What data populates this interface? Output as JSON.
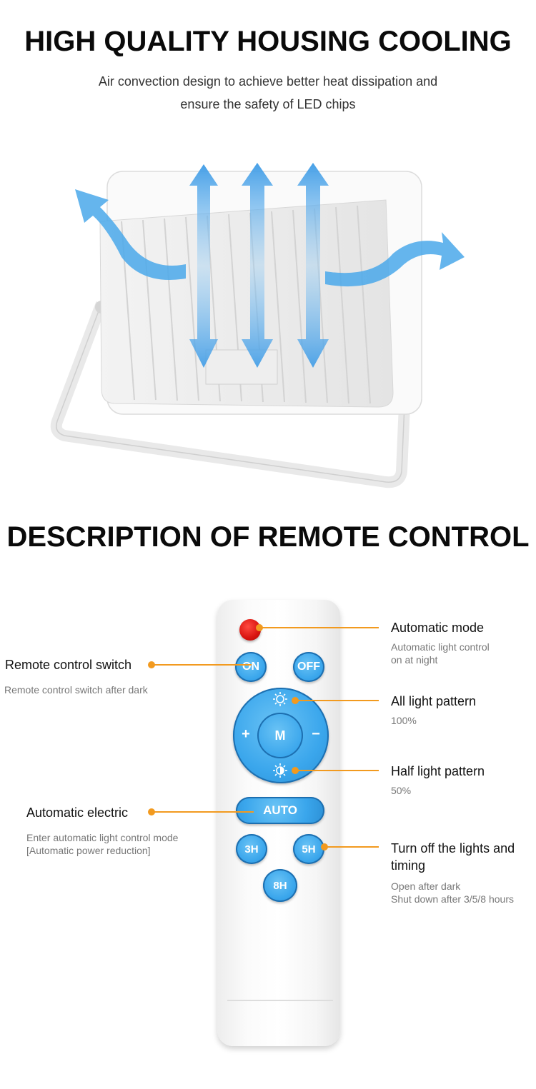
{
  "section1": {
    "title": "HIGH QUALITY HOUSING COOLING",
    "subtitle_line1": "Air convection design to achieve better heat dissipation and",
    "subtitle_line2": "ensure the safety of LED chips"
  },
  "section2": {
    "title": "DESCRIPTION OF REMOTE CONTROL"
  },
  "remote": {
    "on_label": "ON",
    "off_label": "OFF",
    "m_label": "M",
    "plus_label": "+",
    "minus_label": "−",
    "auto_label": "AUTO",
    "h3_label": "3H",
    "h5_label": "5H",
    "h8_label": "8H"
  },
  "callouts": {
    "automatic_mode": {
      "title": "Automatic mode",
      "desc_line1": "Automatic light control",
      "desc_line2": "on at night"
    },
    "remote_switch": {
      "title": "Remote control switch",
      "desc": "Remote control switch after dark"
    },
    "all_light": {
      "title": "All light pattern",
      "desc": "100%"
    },
    "half_light": {
      "title": "Half light pattern",
      "desc": "50%"
    },
    "auto_electric": {
      "title": "Automatic electric",
      "desc_line1": "Enter automatic light control mode",
      "desc_line2": "[Automatic power reduction]"
    },
    "timing": {
      "title_line1": "Turn off the lights and",
      "title_line2": "timing",
      "desc_line1": "Open after dark",
      "desc_line2": "Shut down after 3/5/8 hours"
    }
  },
  "colors": {
    "accent_orange": "#f29a1f",
    "button_blue": "#3aa6ec",
    "arrow_blue": "#4aa8ea",
    "red_button": "#d9140f"
  }
}
